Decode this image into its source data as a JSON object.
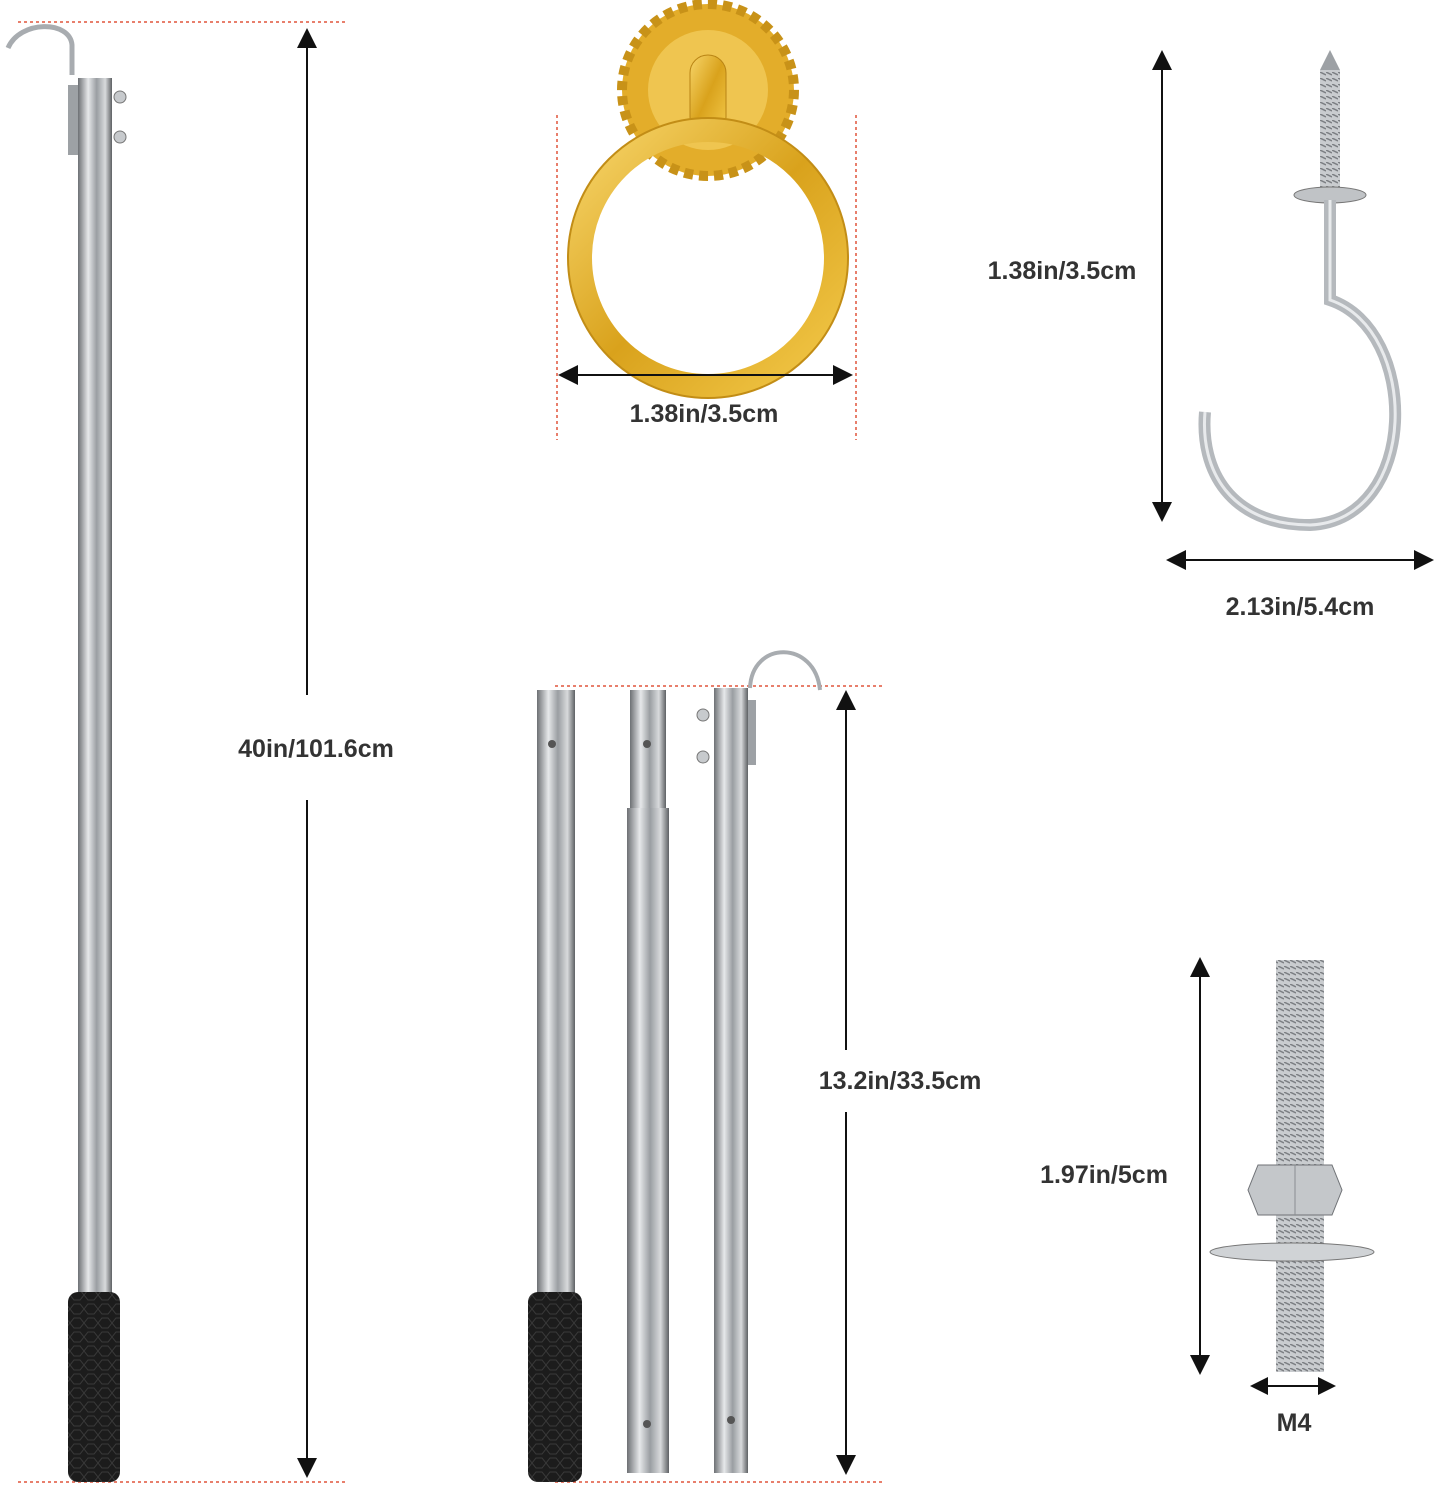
{
  "labels": {
    "total_length": "40in/101.6cm",
    "ring_diameter": "1.38in/3.5cm",
    "hook_height": "1.38in/3.5cm",
    "hook_width": "2.13in/5.4cm",
    "section_length": "13.2in/33.5cm",
    "bolt_length": "1.97in/5cm",
    "bolt_size": "M4"
  },
  "colors": {
    "dimension_guide": "#e0553c",
    "ring_gold": "#e8b52a",
    "steel": "#b8bcc0",
    "grip": "#1c1c1c"
  }
}
